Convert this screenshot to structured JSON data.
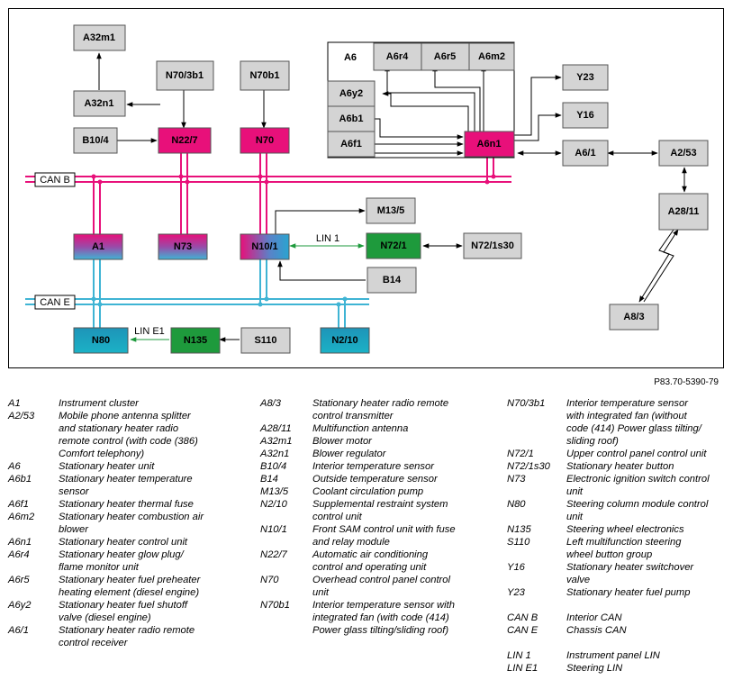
{
  "figure_code": "P83.70-5390-79",
  "diagram": {
    "nodes": {
      "A32m1": "A32m1",
      "A32n1": "A32n1",
      "N70_3b1": "N70/3b1",
      "N70b1": "N70b1",
      "B10_4": "B10/4",
      "N22_7": "N22/7",
      "N70": "N70",
      "A6": "A6",
      "A6r4": "A6r4",
      "A6r5": "A6r5",
      "A6m2": "A6m2",
      "A6y2": "A6y2",
      "A6b1": "A6b1",
      "A6f1": "A6f1",
      "A6n1": "A6n1",
      "Y23": "Y23",
      "Y16": "Y16",
      "A6_1": "A6/1",
      "A2_53": "A2/53",
      "A28_11": "A28/11",
      "A8_3": "A8/3",
      "A1": "A1",
      "N73": "N73",
      "N10_1": "N10/1",
      "M13_5": "M13/5",
      "N72_1": "N72/1",
      "N72_1s30": "N72/1s30",
      "B14": "B14",
      "N80": "N80",
      "N135": "N135",
      "S110": "S110",
      "N2_10": "N2/10"
    },
    "bus_labels": {
      "can_b": "CAN B",
      "can_e": "CAN E",
      "lin1": "LIN 1",
      "lin_e1": "LIN E1"
    },
    "colors": {
      "can_b": "#e8107a",
      "can_e": "#3fb4d4",
      "lin": "#1e9a3c",
      "box_gray": "#d4d4d4"
    }
  },
  "legend": {
    "col1": [
      {
        "term": "A1",
        "desc": [
          "Instrument cluster"
        ]
      },
      {
        "term": "A2/53",
        "desc": [
          "Mobile phone antenna splitter",
          "and stationary heater radio",
          "remote control (with code (386)",
          "Comfort telephony)"
        ]
      },
      {
        "term": "A6",
        "desc": [
          "Stationary heater unit"
        ]
      },
      {
        "term": "A6b1",
        "desc": [
          "Stationary heater temperature",
          "sensor"
        ]
      },
      {
        "term": "A6f1",
        "desc": [
          "Stationary heater thermal fuse"
        ]
      },
      {
        "term": "A6m2",
        "desc": [
          "Stationary heater combustion air",
          "blower"
        ]
      },
      {
        "term": "A6n1",
        "desc": [
          "Stationary heater control unit"
        ]
      },
      {
        "term": "A6r4",
        "desc": [
          "Stationary heater glow plug/",
          "flame monitor unit"
        ]
      },
      {
        "term": "A6r5",
        "desc": [
          "Stationary heater fuel preheater",
          "heating element (diesel engine)"
        ]
      },
      {
        "term": "A6y2",
        "desc": [
          "Stationary heater fuel shutoff",
          "valve (diesel engine)"
        ]
      },
      {
        "term": "A6/1",
        "desc": [
          "Stationary heater radio remote",
          "control receiver"
        ]
      }
    ],
    "col2": [
      {
        "term": "A8/3",
        "desc": [
          "Stationary heater radio remote",
          "control transmitter"
        ]
      },
      {
        "term": "A28/11",
        "desc": [
          "Multifunction antenna"
        ]
      },
      {
        "term": "A32m1",
        "desc": [
          "Blower motor"
        ]
      },
      {
        "term": "A32n1",
        "desc": [
          "Blower regulator"
        ]
      },
      {
        "term": "B10/4",
        "desc": [
          "Interior temperature sensor"
        ]
      },
      {
        "term": "B14",
        "desc": [
          "Outside temperature sensor"
        ]
      },
      {
        "term": "M13/5",
        "desc": [
          "Coolant circulation pump"
        ]
      },
      {
        "term": "N2/10",
        "desc": [
          "Supplemental restraint system",
          "control unit"
        ]
      },
      {
        "term": "N10/1",
        "desc": [
          "Front SAM control unit with fuse",
          "and relay module"
        ]
      },
      {
        "term": "N22/7",
        "desc": [
          "Automatic air conditioning",
          "control and operating unit"
        ]
      },
      {
        "term": "N70",
        "desc": [
          "Overhead control panel control",
          "unit"
        ]
      },
      {
        "term": "N70b1",
        "desc": [
          "Interior temperature sensor with",
          "integrated fan (with code (414)",
          "Power glass tilting/sliding roof)"
        ]
      }
    ],
    "col3": [
      {
        "term": "N70/3b1",
        "desc": [
          "Interior temperature sensor",
          "with integrated fan (without",
          "code (414) Power glass tilting/",
          "sliding roof)"
        ]
      },
      {
        "term": "N72/1",
        "desc": [
          "Upper control panel control unit"
        ]
      },
      {
        "term": "N72/1s30",
        "desc": [
          "Stationary heater button"
        ]
      },
      {
        "term": "N73",
        "desc": [
          "Electronic ignition switch control",
          "unit"
        ]
      },
      {
        "term": "N80",
        "desc": [
          "Steering column module control",
          "unit"
        ]
      },
      {
        "term": "N135",
        "desc": [
          "Steering wheel electronics"
        ]
      },
      {
        "term": "S110",
        "desc": [
          "Left multifunction steering",
          "wheel button group"
        ]
      },
      {
        "term": "Y16",
        "desc": [
          "Stationary heater switchover",
          "valve"
        ]
      },
      {
        "term": "Y23",
        "desc": [
          "Stationary heater fuel pump"
        ]
      },
      {
        "term": "",
        "desc": []
      },
      {
        "term": "CAN B",
        "desc": [
          "Interior CAN"
        ]
      },
      {
        "term": "CAN E",
        "desc": [
          "Chassis CAN"
        ]
      },
      {
        "term": "",
        "desc": []
      },
      {
        "term": "LIN 1",
        "desc": [
          "Instrument panel LIN"
        ]
      },
      {
        "term": "LIN E1",
        "desc": [
          "Steering LIN"
        ]
      }
    ]
  }
}
